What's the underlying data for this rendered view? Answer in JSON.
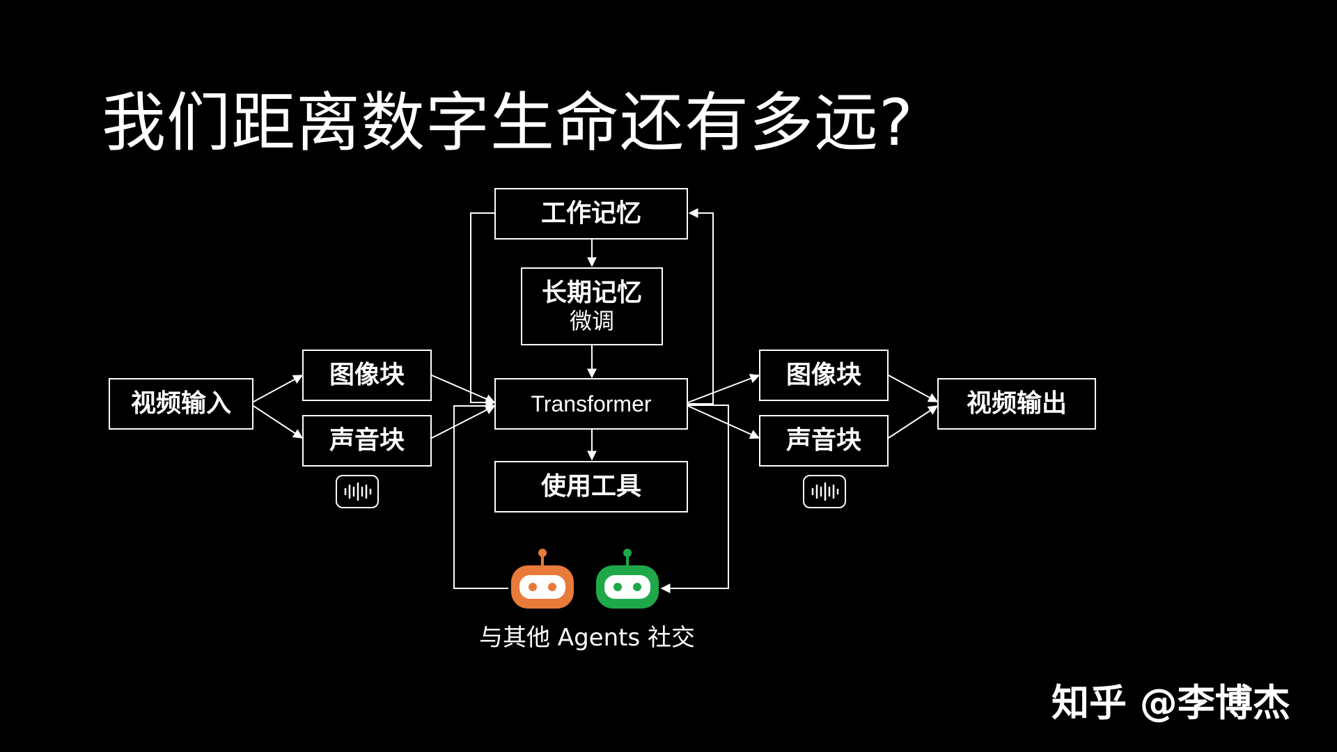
{
  "slide": {
    "title": "我们距离数字生命还有多远?",
    "watermark": "知乎 @李博杰"
  },
  "diagram": {
    "video_input": "视频输入",
    "image_block_in": "图像块",
    "audio_block_in": "声音块",
    "working_memory": "工作记忆",
    "long_term_memory": "长期记忆",
    "fine_tune": "微调",
    "transformer": "Transformer",
    "use_tools": "使用工具",
    "image_block_out": "图像块",
    "audio_block_out": "声音块",
    "video_output": "视频输出",
    "social_caption": "与其他 Agents 社交"
  },
  "icons": {
    "audio_in": "audio-waveform-icon",
    "audio_out": "audio-waveform-icon",
    "agent_left": "robot-icon",
    "agent_right": "robot-icon"
  },
  "colors": {
    "background": "#000000",
    "foreground": "#ffffff",
    "robot_orange": "#E87A3A",
    "robot_green": "#1FA84A"
  }
}
